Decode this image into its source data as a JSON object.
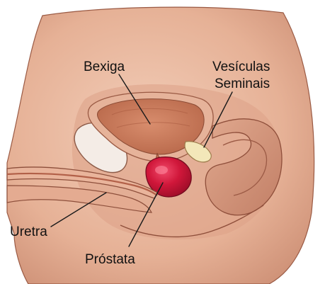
{
  "labels": {
    "bladder": "Bexiga",
    "seminal_vesicles_line1": "Vesículas",
    "seminal_vesicles_line2": "Seminais",
    "urethra": "Uretra",
    "prostate": "Próstata"
  },
  "colors": {
    "background": "#ffffff",
    "skin": "#e9b9a0",
    "skin_shadow": "#c98a70",
    "tissue": "#d99a82",
    "bladder": "#c67b5c",
    "prostate": "#d0173a",
    "outline": "#7a3e2e",
    "label_text": "#111111"
  }
}
